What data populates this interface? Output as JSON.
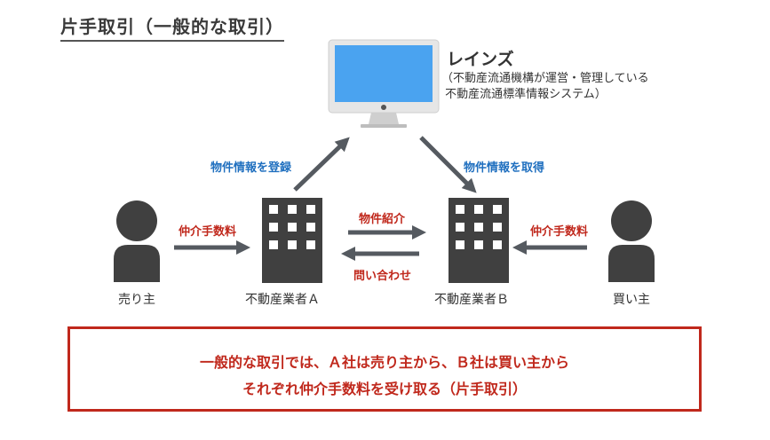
{
  "title": "片手取引（一般的な取引）",
  "reins": {
    "name": "レインズ",
    "description": "（不動産流通機構が運営・管理している\n 不動産流通標準情報システム）"
  },
  "labels": {
    "register": "物件情報を登録",
    "obtain": "物件情報を取得",
    "brokerage_fee_left": "仲介手数料",
    "brokerage_fee_right": "仲介手数料",
    "introduce": "物件紹介",
    "inquiry": "問い合わせ"
  },
  "actors": {
    "seller": "売り主",
    "agent_a": "不動産業者Ａ",
    "agent_b": "不動産業者Ｂ",
    "buyer": "買い主"
  },
  "note": {
    "line1": "一般的な取引では、Ａ社は売り主から、Ｂ社は買い主から",
    "line2": "それぞれ仲介手数料を受け取る（片手取引）"
  },
  "colors": {
    "accent_red": "#c0281c",
    "accent_blue": "#1f6fbf",
    "icon_dark": "#404040",
    "arrow": "#555a60",
    "screen": "#4aa3f0"
  },
  "icons": {
    "computer": "monitor-icon",
    "building": "office-building-icon",
    "person": "person-icon"
  }
}
